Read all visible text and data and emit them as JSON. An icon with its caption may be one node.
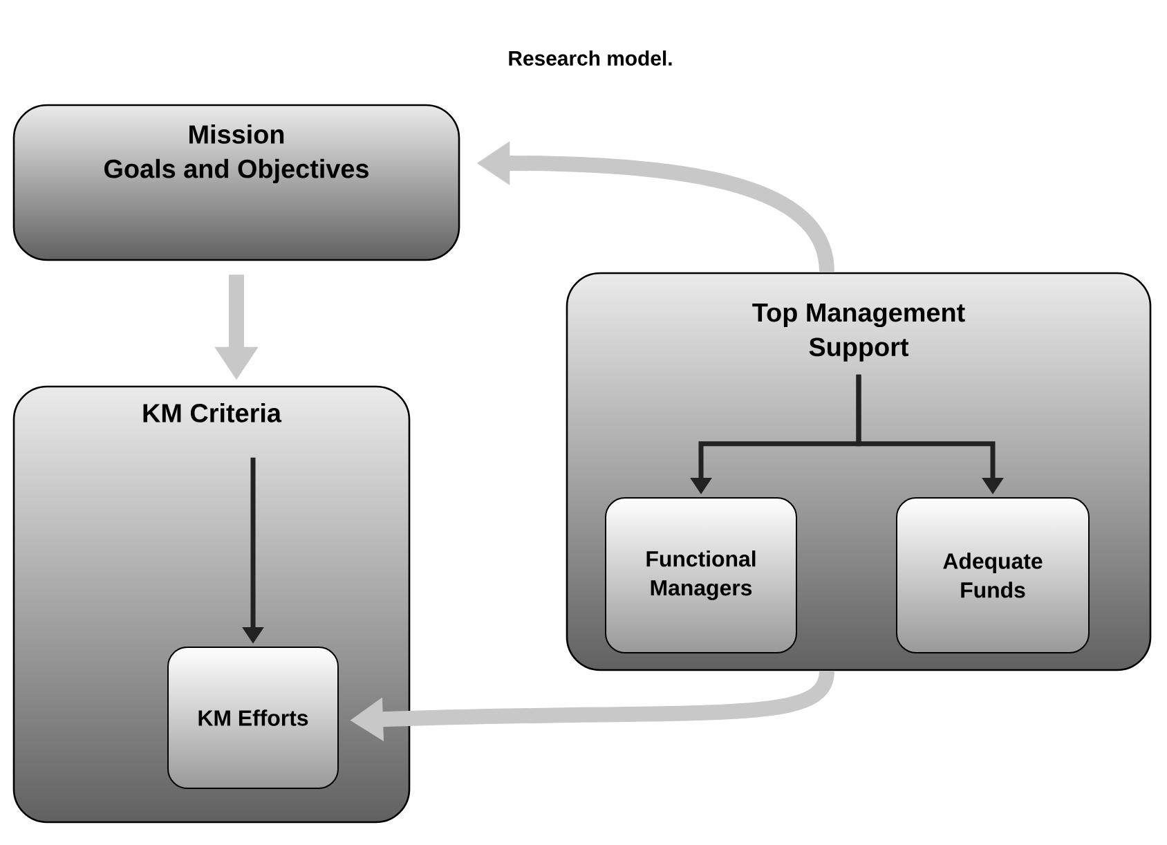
{
  "diagram": {
    "title": "Research model.",
    "nodes": [
      {
        "text": [
          "Mission",
          "Goals and Objectives"
        ]
      },
      {
        "text": [
          "KM Criteria"
        ]
      },
      {
        "text": [
          "KM Efforts"
        ],
        "in": 1
      },
      {
        "text": [
          "Top Management Support"
        ]
      },
      {
        "text": [
          "Functional Managers"
        ],
        "in": 3
      },
      {
        "text": [
          "Adequate Funds"
        ],
        "in": 3
      }
    ],
    "edges": [
      {
        "from": 0,
        "to": 1,
        "arrow": "to",
        "style": "thick",
        "color": "#c8c8c8"
      },
      {
        "from": 1,
        "to": 2,
        "arrow": "to",
        "color": "#222222"
      },
      {
        "from": 3,
        "to": 0,
        "arrow": "to",
        "style": "thick",
        "color": "#c8c8c8"
      },
      {
        "from": null,
        "to": 4,
        "arrow": "to",
        "color": "#222222"
      },
      {
        "from": null,
        "to": 5,
        "arrow": "to",
        "color": "#222222"
      },
      {
        "from": 3,
        "to": 2,
        "arrow": "to",
        "style": "thick",
        "color": "#c8c8c8"
      }
    ]
  }
}
